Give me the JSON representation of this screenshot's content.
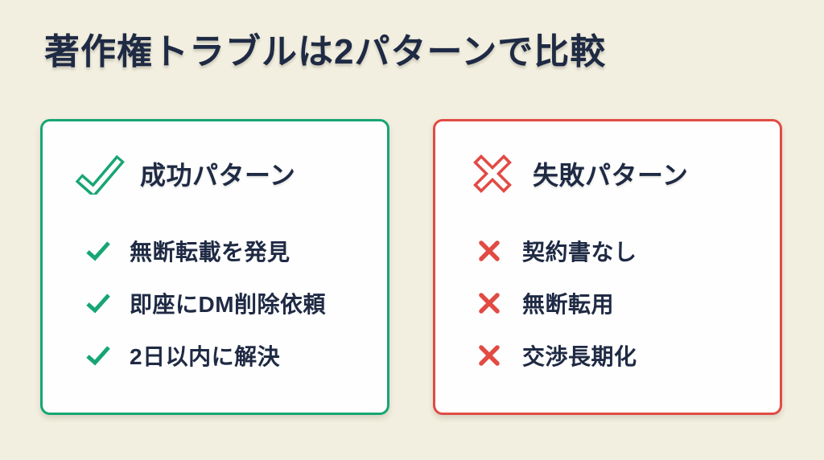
{
  "title": "著作権トラブルは2パターンで比較",
  "colors": {
    "background": "#f2efe0",
    "card_background": "#fefefe",
    "success_green": "#17a673",
    "failure_red": "#e14b44",
    "text_navy": "#1f2a44"
  },
  "success_card": {
    "icon": "check-icon",
    "title": "成功パターン",
    "items": [
      "無断転載を発見",
      "即座にDM削除依頼",
      "2日以内に解決"
    ]
  },
  "failure_card": {
    "icon": "x-icon",
    "title": "失敗パターン",
    "items": [
      "契約書なし",
      "無断転用",
      "交渉長期化"
    ]
  }
}
